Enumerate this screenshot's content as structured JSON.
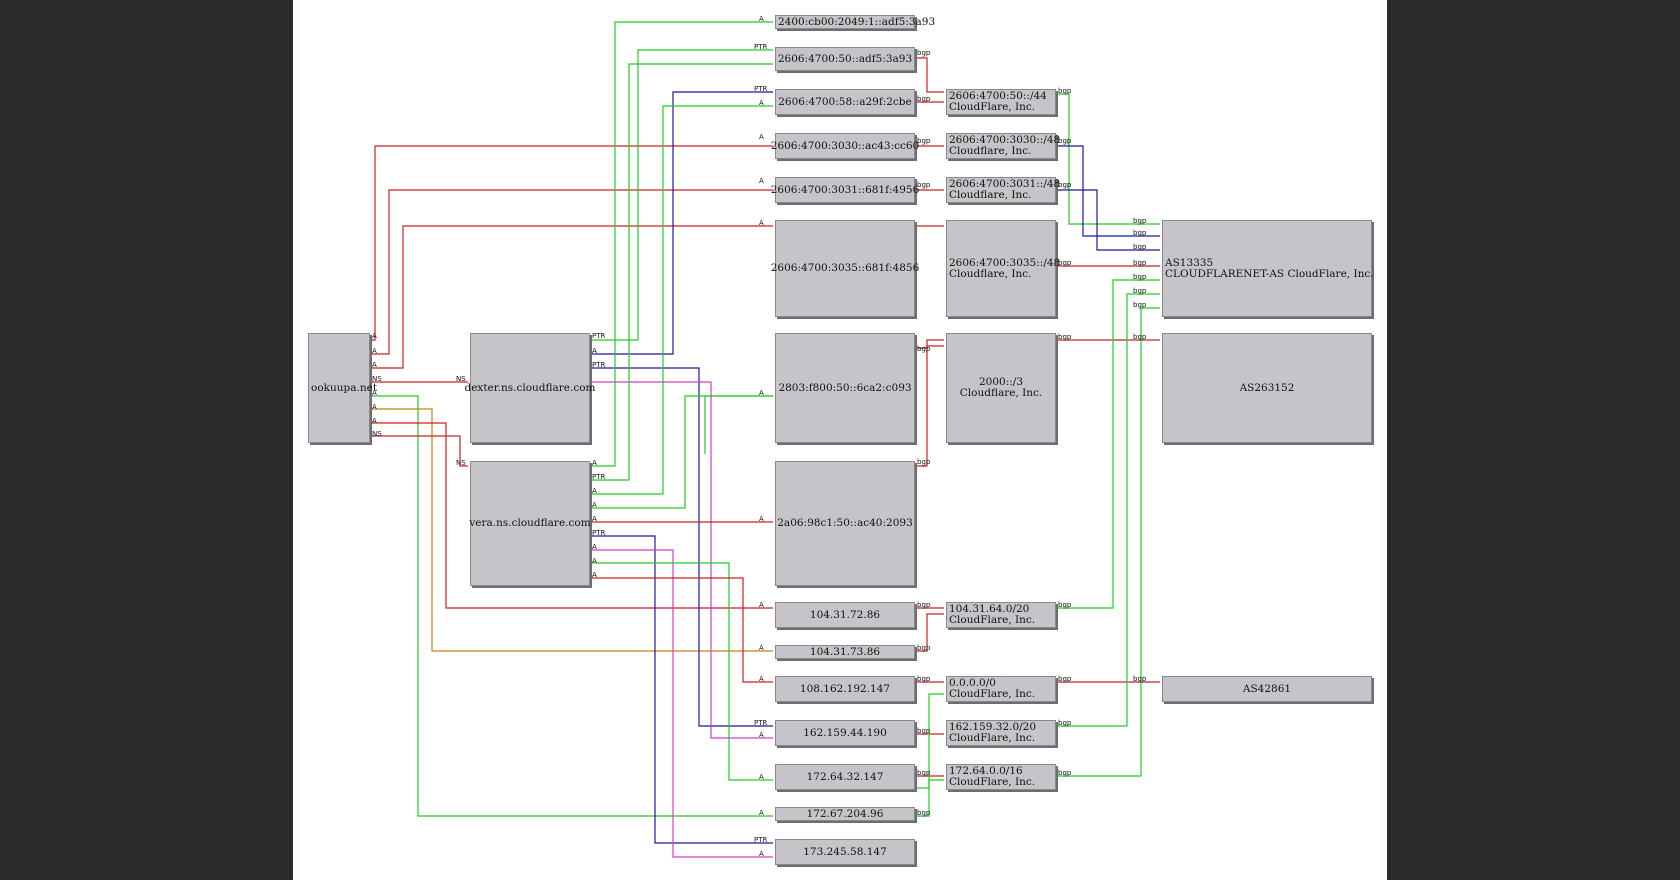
{
  "nodes": {
    "ookuupa": "ookuupa.net",
    "dexter": "dexter.ns.cloudflare.com",
    "vera": "vera.ns.cloudflare.com",
    "ip_2400": "2400:cb00:2049:1::adf5:3a93",
    "ip_2606_50": "2606:4700:50::adf5:3a93",
    "ip_2606_58": "2606:4700:58::a29f:2cbe",
    "ip_3030": "2606:4700:3030::ac43:cc60",
    "ip_3031": "2606:4700:3031::681f:4956",
    "ip_3035": "2606:4700:3035::681f:4856",
    "ip_2803": "2803:f800:50::6ca2:c093",
    "ip_2a06": "2a06:98c1:50::ac40:2093",
    "ip_104_86": "104.31.72.86",
    "ip_104_73": "104.31.73.86",
    "ip_108": "108.162.192.147",
    "ip_162": "162.159.44.190",
    "ip_172_64": "172.64.32.147",
    "ip_172_67": "172.67.204.96",
    "ip_173": "173.245.58.147",
    "pfx_2606_44": "2606:4700:50::/44\nCloudFlare, Inc.",
    "pfx_3030": "2606:4700:3030::/48\nCloudflare, Inc.",
    "pfx_3031": "2606:4700:3031::/48\nCloudflare, Inc.",
    "pfx_3035": "2606:4700:3035::/48\nCloudflare, Inc.",
    "pfx_2000": "2000::/3\nCloudflare, Inc.",
    "pfx_104": "104.31.64.0/20\nCloudFlare, Inc.",
    "pfx_0000": "0.0.0.0/0\nCloudFlare, Inc.",
    "pfx_162": "162.159.32.0/20\nCloudFlare, Inc.",
    "pfx_172": "172.64.0.0/16\nCloudFlare, Inc.",
    "as13335": "AS13335\nCLOUDFLARENET-AS CloudFlare, Inc.",
    "as263152": "AS263152",
    "as42861": "AS42861"
  },
  "edge_labels": {
    "a": "A",
    "ptr": "PTR",
    "ns": "NS",
    "bgp": "bgp"
  },
  "colors": {
    "red": "#cc2222",
    "green": "#22cc22",
    "blue": "#1a1a99",
    "magenta": "#d040c0",
    "orange": "#c88010"
  }
}
